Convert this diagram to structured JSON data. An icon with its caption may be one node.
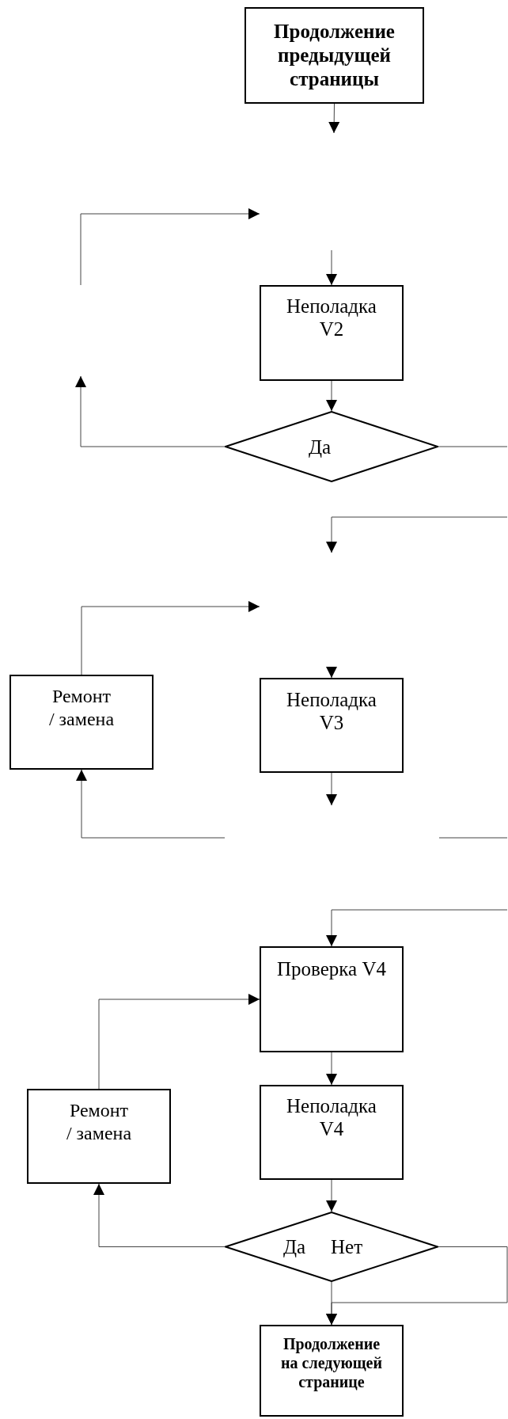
{
  "diagram": {
    "nodes": [
      {
        "text": [
          "Продолжение предыдущей страницы"
        ]
      },
      {
        "text": [
          "Неполадка V2"
        ]
      },
      {
        "text": [
          "Да"
        ]
      },
      {
        "text": [
          "Ремонт / замена"
        ]
      },
      {
        "text": [
          "Неполадка V3"
        ]
      },
      {
        "text": [
          "Проверка V4"
        ]
      },
      {
        "text": [
          "Ремонт / замена"
        ]
      },
      {
        "text": [
          "Неполадка V4"
        ]
      },
      {
        "text": [
          "Да",
          "Нет"
        ]
      },
      {
        "text": [
          "Продолжение на следующей странице"
        ]
      }
    ],
    "edges": [
      {
        "from": 0,
        "to": null,
        "arrow": "to"
      },
      {
        "from": null,
        "to": 1,
        "arrow": "to"
      },
      {
        "from": 1,
        "to": 2,
        "arrow": "to"
      },
      {
        "from": 2,
        "to": null,
        "arrow": "to"
      },
      {
        "from": 2,
        "to": null,
        "arrow": "none"
      },
      {
        "from": 3,
        "to": null,
        "arrow": "to"
      },
      {
        "from": null,
        "to": 4,
        "arrow": "to"
      },
      {
        "from": 4,
        "to": null,
        "arrow": "to"
      },
      {
        "from": null,
        "to": 3,
        "arrow": "to"
      },
      {
        "from": null,
        "to": 5,
        "arrow": "to"
      },
      {
        "from": 6,
        "to": 5,
        "arrow": "to"
      },
      {
        "from": 5,
        "to": 7,
        "arrow": "to"
      },
      {
        "from": 7,
        "to": 8,
        "arrow": "to"
      },
      {
        "from": 8,
        "to": 6,
        "arrow": "to"
      },
      {
        "from": 8,
        "to": 9,
        "arrow": "to"
      },
      {
        "from": 8,
        "to": 9,
        "arrow": "to"
      }
    ]
  }
}
